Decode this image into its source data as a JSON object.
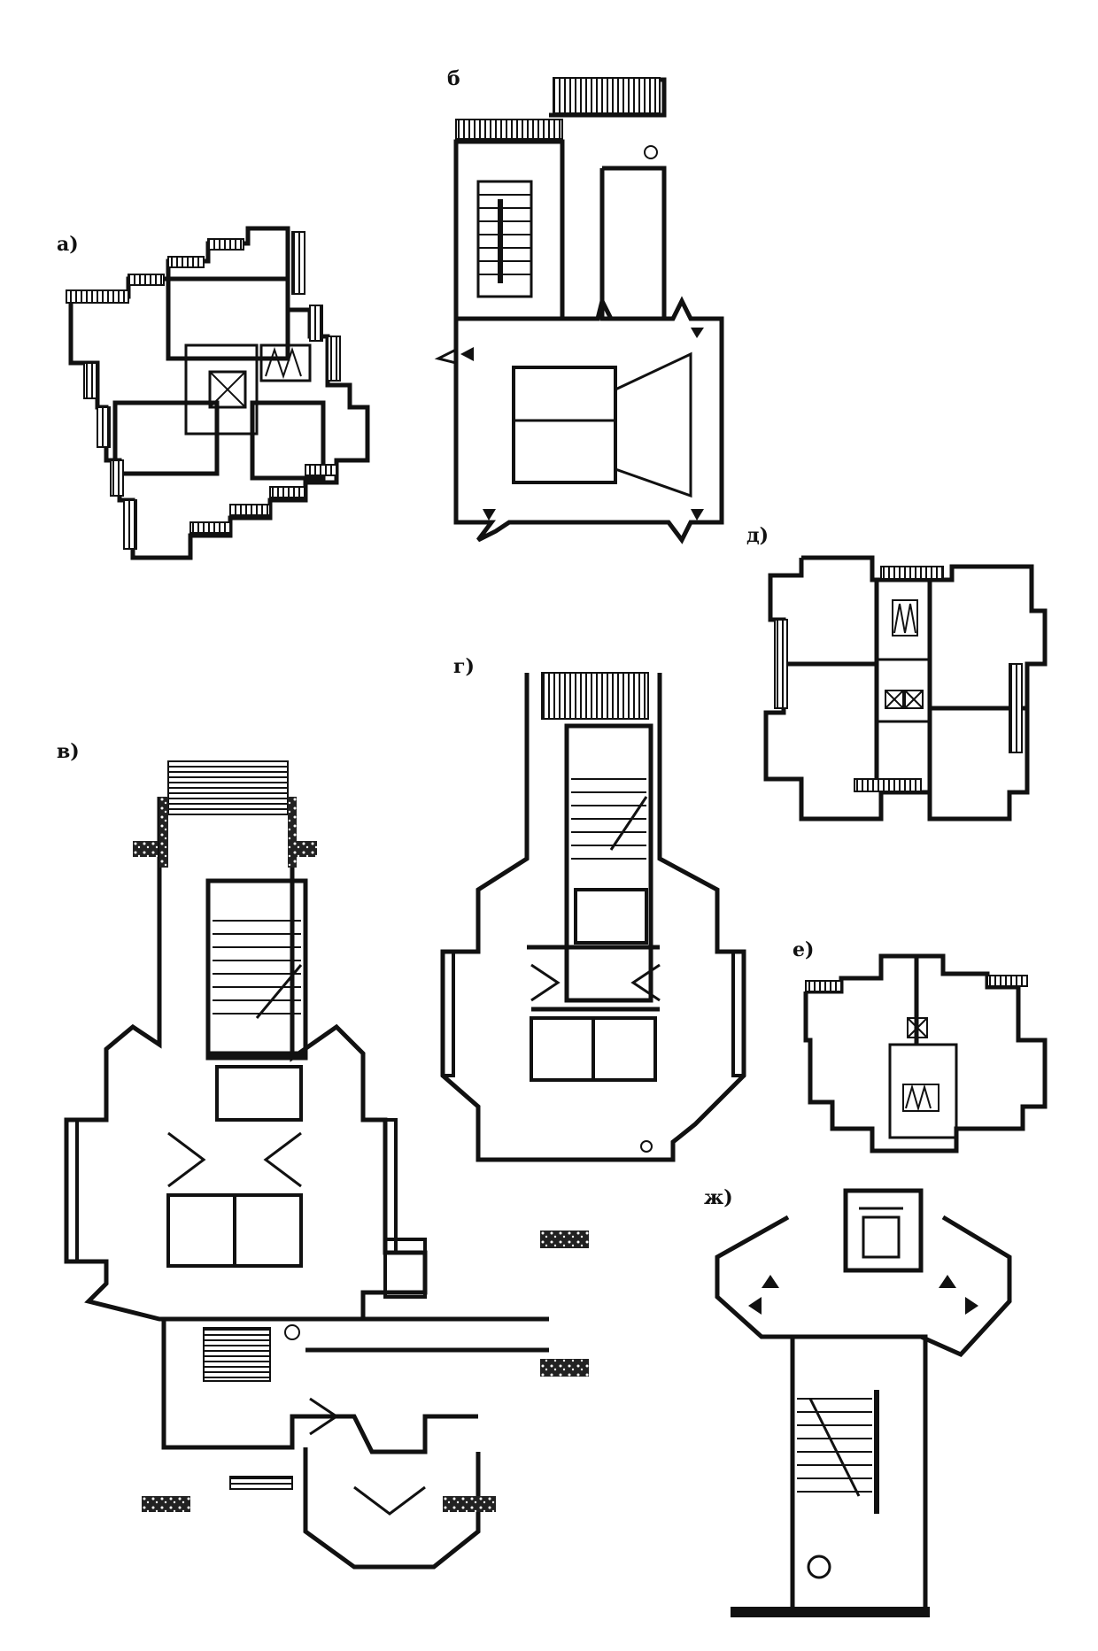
{
  "labels": {
    "a": "а)",
    "b": "б",
    "v": "в)",
    "g": "г)",
    "d": "д)",
    "e": "е)",
    "zh": "ж)"
  },
  "colors": {
    "ink": "#111111",
    "paper": "#ffffff"
  }
}
